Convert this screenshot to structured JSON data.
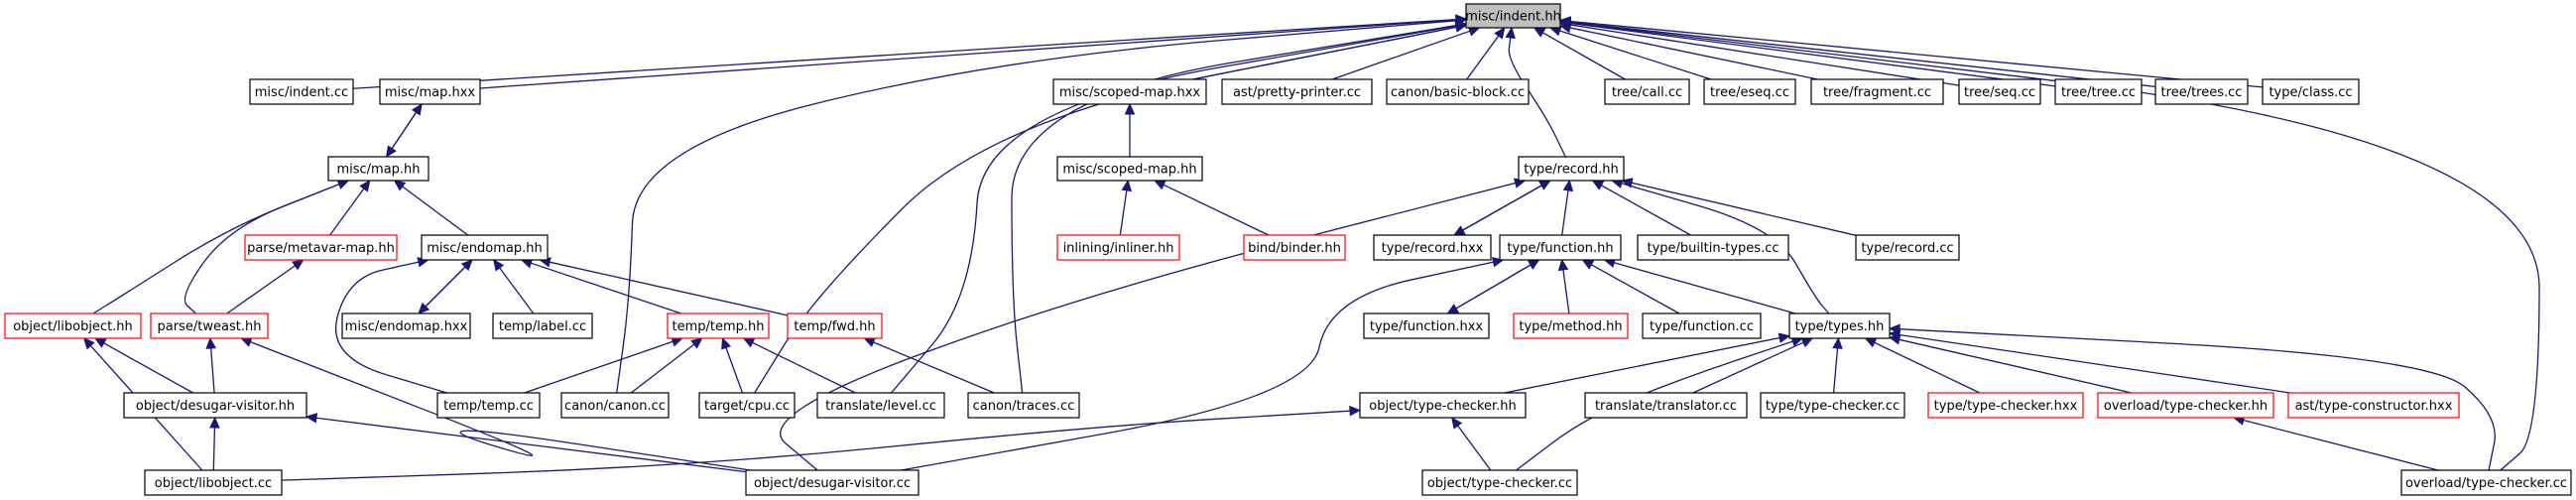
{
  "graph": {
    "colors": {
      "edge": "#191970",
      "root_fill": "#bfbfbf",
      "node_fill": "#ffffff",
      "border_normal": "#000000",
      "border_truncated": "#ff0000"
    },
    "nodes": [
      {
        "id": "root",
        "label": "misc/indent.hh",
        "style": "root"
      },
      {
        "id": "indent_cc",
        "label": "misc/indent.cc",
        "style": "normal"
      },
      {
        "id": "map_hxx",
        "label": "misc/map.hxx",
        "style": "normal"
      },
      {
        "id": "scoped_map_hxx",
        "label": "misc/scoped-map.hxx",
        "style": "normal"
      },
      {
        "id": "pretty_printer_cc",
        "label": "ast/pretty-printer.cc",
        "style": "normal"
      },
      {
        "id": "basic_block_cc",
        "label": "canon/basic-block.cc",
        "style": "normal"
      },
      {
        "id": "call_cc",
        "label": "tree/call.cc",
        "style": "normal"
      },
      {
        "id": "eseq_cc",
        "label": "tree/eseq.cc",
        "style": "normal"
      },
      {
        "id": "fragment_cc",
        "label": "tree/fragment.cc",
        "style": "normal"
      },
      {
        "id": "seq_cc",
        "label": "tree/seq.cc",
        "style": "normal"
      },
      {
        "id": "tree_cc",
        "label": "tree/tree.cc",
        "style": "normal"
      },
      {
        "id": "trees_cc",
        "label": "tree/trees.cc",
        "style": "normal"
      },
      {
        "id": "class_cc",
        "label": "type/class.cc",
        "style": "normal"
      },
      {
        "id": "map_hh",
        "label": "misc/map.hh",
        "style": "normal"
      },
      {
        "id": "scoped_map_hh",
        "label": "misc/scoped-map.hh",
        "style": "normal"
      },
      {
        "id": "record_hh",
        "label": "type/record.hh",
        "style": "normal"
      },
      {
        "id": "metavar_map_hh",
        "label": "parse/metavar-map.hh",
        "style": "truncated"
      },
      {
        "id": "endomap_hh",
        "label": "misc/endomap.hh",
        "style": "normal"
      },
      {
        "id": "inliner_hh",
        "label": "inlining/inliner.hh",
        "style": "truncated"
      },
      {
        "id": "binder_hh",
        "label": "bind/binder.hh",
        "style": "truncated"
      },
      {
        "id": "record_hxx",
        "label": "type/record.hxx",
        "style": "normal"
      },
      {
        "id": "function_hh",
        "label": "type/function.hh",
        "style": "normal"
      },
      {
        "id": "builtin_types_cc",
        "label": "type/builtin-types.cc",
        "style": "normal"
      },
      {
        "id": "record_cc",
        "label": "type/record.cc",
        "style": "normal"
      },
      {
        "id": "libobject_hh",
        "label": "object/libobject.hh",
        "style": "truncated"
      },
      {
        "id": "tweast_hh",
        "label": "parse/tweast.hh",
        "style": "truncated"
      },
      {
        "id": "endomap_hxx",
        "label": "misc/endomap.hxx",
        "style": "normal"
      },
      {
        "id": "label_cc",
        "label": "temp/label.cc",
        "style": "normal"
      },
      {
        "id": "temp_hh",
        "label": "temp/temp.hh",
        "style": "truncated"
      },
      {
        "id": "fwd_hh",
        "label": "temp/fwd.hh",
        "style": "truncated"
      },
      {
        "id": "function_hxx",
        "label": "type/function.hxx",
        "style": "normal"
      },
      {
        "id": "method_hh",
        "label": "type/method.hh",
        "style": "truncated"
      },
      {
        "id": "function_cc",
        "label": "type/function.cc",
        "style": "normal"
      },
      {
        "id": "types_hh",
        "label": "type/types.hh",
        "style": "normal"
      },
      {
        "id": "desugar_visitor_hh",
        "label": "object/desugar-visitor.hh",
        "style": "normal"
      },
      {
        "id": "temp_cc",
        "label": "temp/temp.cc",
        "style": "normal"
      },
      {
        "id": "canon_cc",
        "label": "canon/canon.cc",
        "style": "normal"
      },
      {
        "id": "cpu_cc",
        "label": "target/cpu.cc",
        "style": "normal"
      },
      {
        "id": "level_cc",
        "label": "translate/level.cc",
        "style": "normal"
      },
      {
        "id": "traces_cc",
        "label": "canon/traces.cc",
        "style": "normal"
      },
      {
        "id": "type_checker_hh",
        "label": "object/type-checker.hh",
        "style": "normal"
      },
      {
        "id": "translator_cc",
        "label": "translate/translator.cc",
        "style": "normal"
      },
      {
        "id": "type_type_checker_cc",
        "label": "type/type-checker.cc",
        "style": "normal"
      },
      {
        "id": "type_type_checker_hxx",
        "label": "type/type-checker.hxx",
        "style": "truncated"
      },
      {
        "id": "overload_type_checker_hh",
        "label": "overload/type-checker.hh",
        "style": "truncated"
      },
      {
        "id": "type_constructor_hxx",
        "label": "ast/type-constructor.hxx",
        "style": "truncated"
      },
      {
        "id": "libobject_cc",
        "label": "object/libobject.cc",
        "style": "normal"
      },
      {
        "id": "desugar_visitor_cc",
        "label": "object/desugar-visitor.cc",
        "style": "normal"
      },
      {
        "id": "object_type_checker_cc",
        "label": "object/type-checker.cc",
        "style": "normal"
      },
      {
        "id": "overload_type_checker_cc",
        "label": "overload/type-checker.cc",
        "style": "normal"
      }
    ],
    "edges": [
      [
        "indent_cc",
        "root"
      ],
      [
        "map_hxx",
        "root"
      ],
      [
        "scoped_map_hxx",
        "root"
      ],
      [
        "pretty_printer_cc",
        "root"
      ],
      [
        "basic_block_cc",
        "root"
      ],
      [
        "call_cc",
        "root"
      ],
      [
        "eseq_cc",
        "root"
      ],
      [
        "fragment_cc",
        "root"
      ],
      [
        "seq_cc",
        "root"
      ],
      [
        "tree_cc",
        "root"
      ],
      [
        "trees_cc",
        "root"
      ],
      [
        "class_cc",
        "root"
      ],
      [
        "record_hh",
        "root"
      ],
      [
        "canon_cc",
        "root"
      ],
      [
        "cpu_cc",
        "root"
      ],
      [
        "level_cc",
        "root"
      ],
      [
        "traces_cc",
        "root"
      ],
      [
        "overload_type_checker_cc",
        "root"
      ],
      [
        "map_hh",
        "map_hxx"
      ],
      [
        "map_hxx",
        "map_hh"
      ],
      [
        "scoped_map_hh",
        "scoped_map_hxx"
      ],
      [
        "metavar_map_hh",
        "map_hh"
      ],
      [
        "endomap_hh",
        "map_hh"
      ],
      [
        "libobject_hh",
        "map_hh"
      ],
      [
        "tweast_hh",
        "map_hh"
      ],
      [
        "inliner_hh",
        "scoped_map_hh"
      ],
      [
        "binder_hh",
        "scoped_map_hh"
      ],
      [
        "record_hxx",
        "record_hh"
      ],
      [
        "record_hh",
        "record_hxx"
      ],
      [
        "function_hh",
        "record_hh"
      ],
      [
        "builtin_types_cc",
        "record_hh"
      ],
      [
        "record_cc",
        "record_hh"
      ],
      [
        "types_hh",
        "record_hh"
      ],
      [
        "desugar_visitor_cc",
        "record_hh"
      ],
      [
        "tweast_hh",
        "metavar_map_hh"
      ],
      [
        "endomap_hxx",
        "endomap_hh"
      ],
      [
        "endomap_hh",
        "endomap_hxx"
      ],
      [
        "label_cc",
        "endomap_hh"
      ],
      [
        "temp_hh",
        "endomap_hh"
      ],
      [
        "fwd_hh",
        "endomap_hh"
      ],
      [
        "temp_cc",
        "endomap_hh"
      ],
      [
        "function_hxx",
        "function_hh"
      ],
      [
        "function_hh",
        "function_hxx"
      ],
      [
        "method_hh",
        "function_hh"
      ],
      [
        "function_cc",
        "function_hh"
      ],
      [
        "types_hh",
        "function_hh"
      ],
      [
        "desugar_visitor_cc",
        "function_hh"
      ],
      [
        "desugar_visitor_hh",
        "libobject_hh"
      ],
      [
        "libobject_cc",
        "libobject_hh"
      ],
      [
        "desugar_visitor_hh",
        "tweast_hh"
      ],
      [
        "desugar_visitor_cc",
        "tweast_hh"
      ],
      [
        "temp_cc",
        "temp_hh"
      ],
      [
        "canon_cc",
        "temp_hh"
      ],
      [
        "cpu_cc",
        "temp_hh"
      ],
      [
        "level_cc",
        "temp_hh"
      ],
      [
        "traces_cc",
        "fwd_hh"
      ],
      [
        "type_checker_hh",
        "types_hh"
      ],
      [
        "translator_cc",
        "types_hh"
      ],
      [
        "type_type_checker_cc",
        "types_hh"
      ],
      [
        "type_type_checker_hxx",
        "types_hh"
      ],
      [
        "overload_type_checker_hh",
        "types_hh"
      ],
      [
        "type_constructor_hxx",
        "types_hh"
      ],
      [
        "object_type_checker_cc",
        "types_hh"
      ],
      [
        "overload_type_checker_cc",
        "types_hh"
      ],
      [
        "libobject_cc",
        "desugar_visitor_hh"
      ],
      [
        "desugar_visitor_cc",
        "desugar_visitor_hh"
      ],
      [
        "libobject_cc",
        "type_checker_hh"
      ],
      [
        "object_type_checker_cc",
        "type_checker_hh"
      ],
      [
        "overload_type_checker_cc",
        "overload_type_checker_hh"
      ]
    ]
  }
}
